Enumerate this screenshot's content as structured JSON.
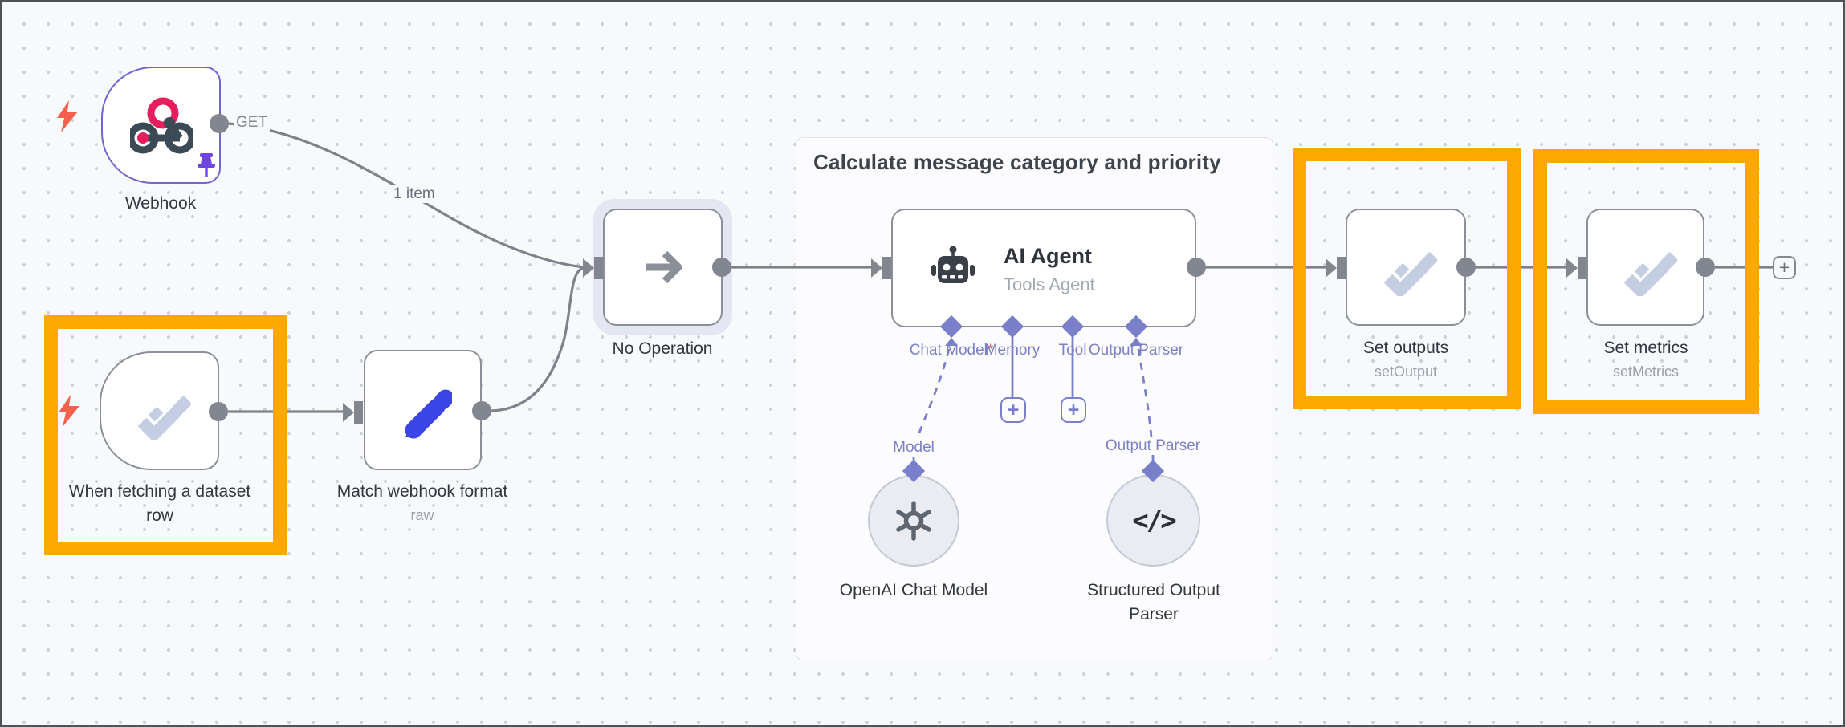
{
  "workflow": {
    "group": {
      "title": "Calculate message category and priority"
    },
    "nodes": {
      "webhook": {
        "name": "Webhook",
        "port_label": "GET"
      },
      "dataset_trigger": {
        "name": "When fetching a dataset row"
      },
      "match_format": {
        "name": "Match webhook format",
        "subtitle": "raw"
      },
      "no_operation": {
        "name": "No Operation"
      },
      "ai_agent": {
        "name": "AI Agent",
        "subtitle": "Tools Agent",
        "inputs": {
          "chat_model": "Chat Model",
          "memory": "Memory",
          "tool": "Tool",
          "output_parser": "Output Parser"
        },
        "required_marker": "*"
      },
      "openai_model": {
        "name": "OpenAI Chat Model",
        "port_label": "Model"
      },
      "structured_parser": {
        "name": "Structured Output Parser",
        "port_label": "Output Parser"
      },
      "set_outputs": {
        "name": "Set outputs",
        "subtitle": "setOutput"
      },
      "set_metrics": {
        "name": "Set metrics",
        "subtitle": "setMetrics"
      }
    },
    "edge_labels": {
      "items": "1 item"
    },
    "buttons": {
      "plus": "+"
    },
    "colors": {
      "highlight": "#FFA800",
      "node_border": "#8a8f99",
      "webhook_border": "#7165d0",
      "ai_connector": "#7a7fc9",
      "trigger_bolt": "#f4604c",
      "pencil_blue": "#3b45e8",
      "check_icon": "#c5cde2",
      "webhook_pink": "#e61e5e",
      "webhook_dark": "#3b4a54"
    }
  }
}
